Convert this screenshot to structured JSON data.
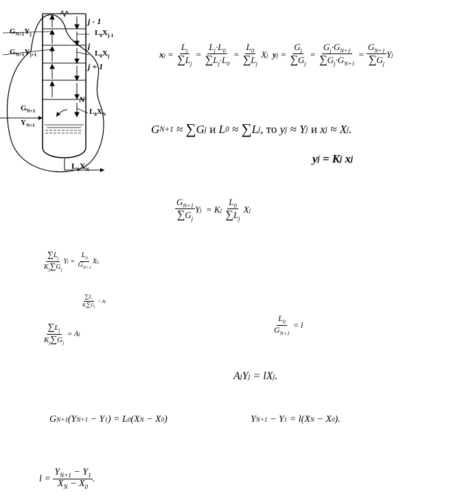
{
  "diagram": {
    "labels": {
      "j_minus_1": "j - 1",
      "j": "j",
      "j_plus_1": "j + 1",
      "N": "N",
      "G_N1_Yj": "G",
      "G_N1_Yj1": "G",
      "L0Xj1": "L",
      "L0Xj": "L",
      "L0XN": "L",
      "G_feed": "G",
      "Y_feed": "Y",
      "bottom_out": "L"
    }
  },
  "eq1": {
    "x": "x",
    "j": "j",
    "L": "L",
    "L0": "L",
    "X": "X",
    "y": "y",
    "G": "G",
    "GN1": "G",
    "Y": "Y"
  },
  "eq2": {
    "text_and": "и",
    "text_then": "то",
    "text_and2": "и"
  },
  "eq3": {
    "left": "y",
    "right": "= K",
    "x": "x"
  },
  "eq4": {
    "eq": "= K"
  },
  "eq5": {
    "eq": "="
  },
  "eq6": {
    "A": "= A"
  },
  "eq7": {
    "A": "= A"
  },
  "eq8": {
    "l": "= l"
  },
  "eq9": {
    "text": "A"
  },
  "eq10": {
    "text": "= L"
  },
  "eq11": {
    "text": "= l"
  },
  "eq12": {
    "l": "l ="
  }
}
